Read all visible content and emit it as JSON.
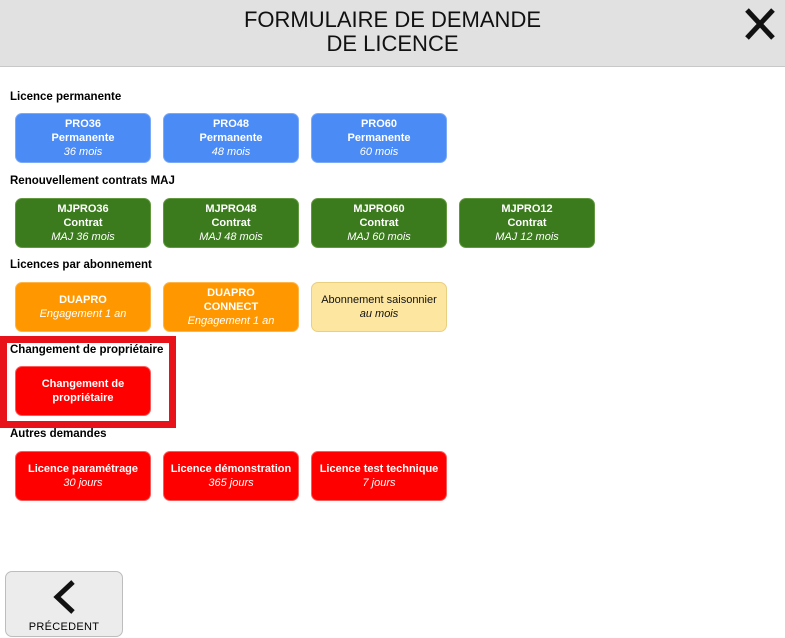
{
  "header": {
    "title": "FORMULAIRE DE DEMANDE\nDE LICENCE"
  },
  "sections": [
    {
      "label": "Licence permanente",
      "tiles": [
        {
          "l1": "PRO36",
          "l2": "Permanente",
          "sub": "36 mois"
        },
        {
          "l1": "PRO48",
          "l2": "Permanente",
          "sub": "48 mois"
        },
        {
          "l1": "PRO60",
          "l2": "Permanente",
          "sub": "60 mois"
        }
      ]
    },
    {
      "label": "Renouvellement contrats MAJ",
      "tiles": [
        {
          "l1": "MJPRO36",
          "l2": "Contrat",
          "sub": "MAJ 36 mois"
        },
        {
          "l1": "MJPRO48",
          "l2": "Contrat",
          "sub": "MAJ 48 mois"
        },
        {
          "l1": "MJPRO60",
          "l2": "Contrat",
          "sub": "MAJ 60 mois"
        },
        {
          "l1": "MJPRO12",
          "l2": "Contrat",
          "sub": "MAJ 12 mois"
        }
      ]
    },
    {
      "label": "Licences par abonnement",
      "tiles": [
        {
          "l1": "DUAPRO",
          "sub": "Engagement 1 an"
        },
        {
          "l1": "DUAPRO",
          "l2": "CONNECT",
          "sub": "Engagement 1 an"
        },
        {
          "l1": "Abonnement saisonnier",
          "sub": "au mois"
        }
      ]
    },
    {
      "label": "Changement de propriétaire",
      "tiles": [
        {
          "l1": "Changement de",
          "l2": "propriétaire"
        }
      ]
    },
    {
      "label": "Autres demandes",
      "tiles": [
        {
          "l1": "Licence paramétrage",
          "sub": "30 jours"
        },
        {
          "l1": "Licence démonstration",
          "sub": "365 jours"
        },
        {
          "l1": "Licence test technique",
          "sub": "7 jours"
        }
      ]
    }
  ],
  "footer": {
    "back_label": "PRÉCEDENT"
  },
  "colors": {
    "header_bg": "#e1e1e1",
    "permanent": "#4a8bf5",
    "contract": "#3c7a1e",
    "subscription": "#ff9800",
    "seasonal": "#fde6a0",
    "other": "#ff0000",
    "highlight": "#e8121a"
  }
}
